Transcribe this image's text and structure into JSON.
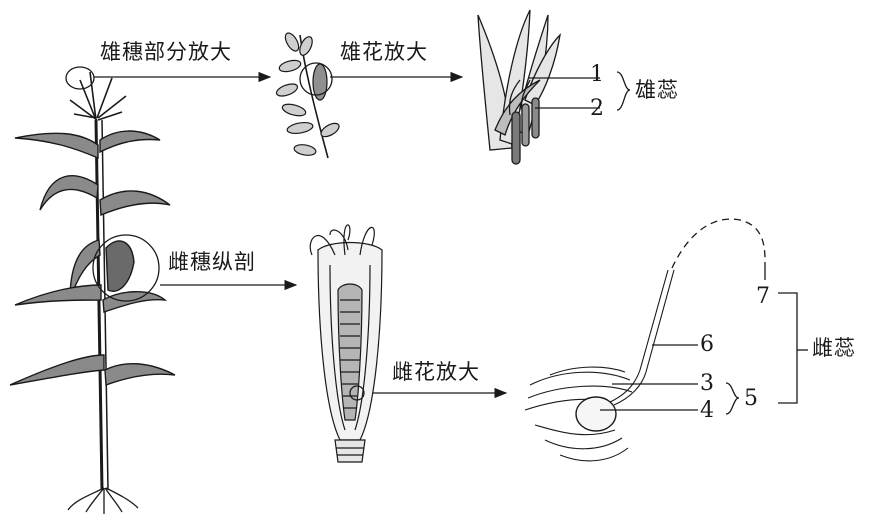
{
  "arrows": {
    "male_spike": "雄穗部分放大",
    "male_flower": "雄花放大",
    "female_spike": "雌穗纵剖",
    "female_flower": "雌花放大"
  },
  "male_flower_parts": {
    "part1": "1",
    "part2": "2",
    "group": "雄蕊"
  },
  "female_flower_parts": {
    "part3": "3",
    "part4": "4",
    "part5": "5",
    "part6": "6",
    "part7": "7",
    "group": "雌蕊"
  },
  "colors": {
    "ink": "#1a1a1a",
    "fill": "#777777",
    "light": "#d8d8d8"
  }
}
